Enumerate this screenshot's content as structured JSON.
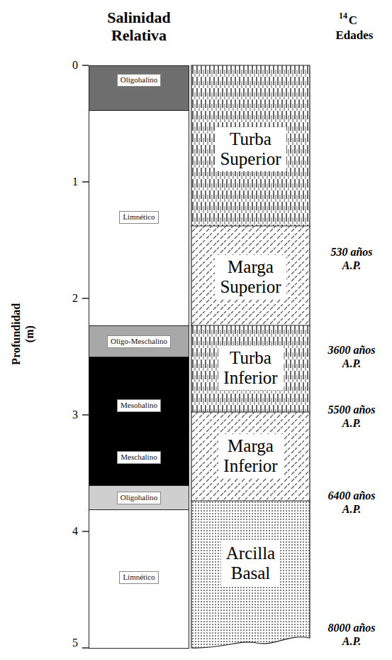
{
  "diagram": {
    "title": "Salinidad Relativa",
    "nodes": [
      {
        "text": [
          "Oligohalino"
        ]
      },
      {
        "text": [
          "Limnético"
        ]
      },
      {
        "text": [
          "Oligo-Meschalino"
        ]
      },
      {
        "text": [
          "Mesohalino",
          "Meschalino"
        ]
      },
      {
        "text": [
          "Oligohalino"
        ]
      },
      {
        "text": [
          "Limnético"
        ]
      },
      {
        "text": [
          "Turba Superior"
        ]
      },
      {
        "text": [
          "Marga Superior"
        ]
      },
      {
        "text": [
          "Turba Inferior"
        ]
      },
      {
        "text": [
          "Marga Inferior"
        ]
      },
      {
        "text": [
          "Arcilla Basal"
        ]
      }
    ],
    "labels": [
      "14",
      "C",
      "Edades",
      "Profundidad (m)",
      "0",
      "1",
      "2",
      "3",
      "4",
      "5",
      "530 años A.P.",
      "3600 años A.P.",
      "5500 años A.P.",
      "6400 años A.P.",
      "8000 años A.P."
    ]
  }
}
